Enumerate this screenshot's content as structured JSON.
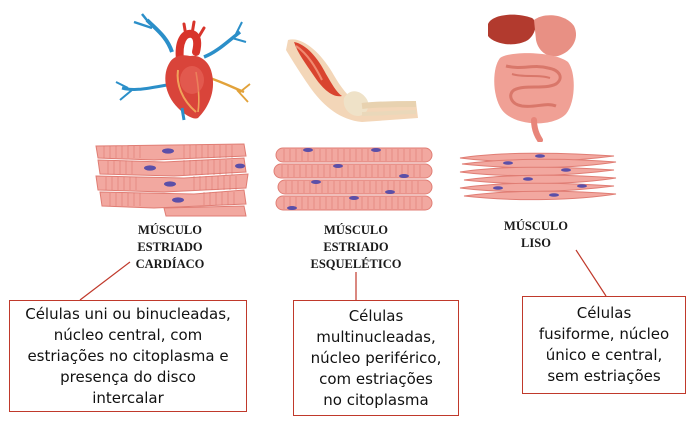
{
  "columns": [
    {
      "id": "cardiac",
      "organ_icon": "heart-icon",
      "tissue_icon": "cardiac-fibers-icon",
      "title_lines": [
        "MÚSCULO",
        "ESTRIADO",
        "CARDÍACO"
      ],
      "description_lines": [
        "Células uni ou binucleadas,",
        "núcleo central, com",
        "estriações no citoplasma e",
        "presença do disco",
        "intercalar"
      ]
    },
    {
      "id": "skeletal",
      "organ_icon": "arm-muscle-icon",
      "tissue_icon": "skeletal-fibers-icon",
      "title_lines": [
        "MÚSCULO",
        "ESTRIADO",
        "ESQUELÉTICO"
      ],
      "description_lines": [
        "Células",
        "multinucleadas,",
        "núcleo periférico,",
        "com estriações",
        "no citoplasma"
      ]
    },
    {
      "id": "smooth",
      "organ_icon": "digestive-organs-icon",
      "tissue_icon": "smooth-fibers-icon",
      "title_lines": [
        "MÚSCULO",
        "LISO"
      ],
      "description_lines": [
        "Células",
        "fusiforme, núcleo",
        "único e central,",
        "sem estriações"
      ]
    }
  ],
  "colors": {
    "fiber": "#f2a8a0",
    "fiber_edge": "#e07d74",
    "nucleus": "#5b4fa8",
    "connector": "#c0392b",
    "box_border": "#c0392b"
  }
}
